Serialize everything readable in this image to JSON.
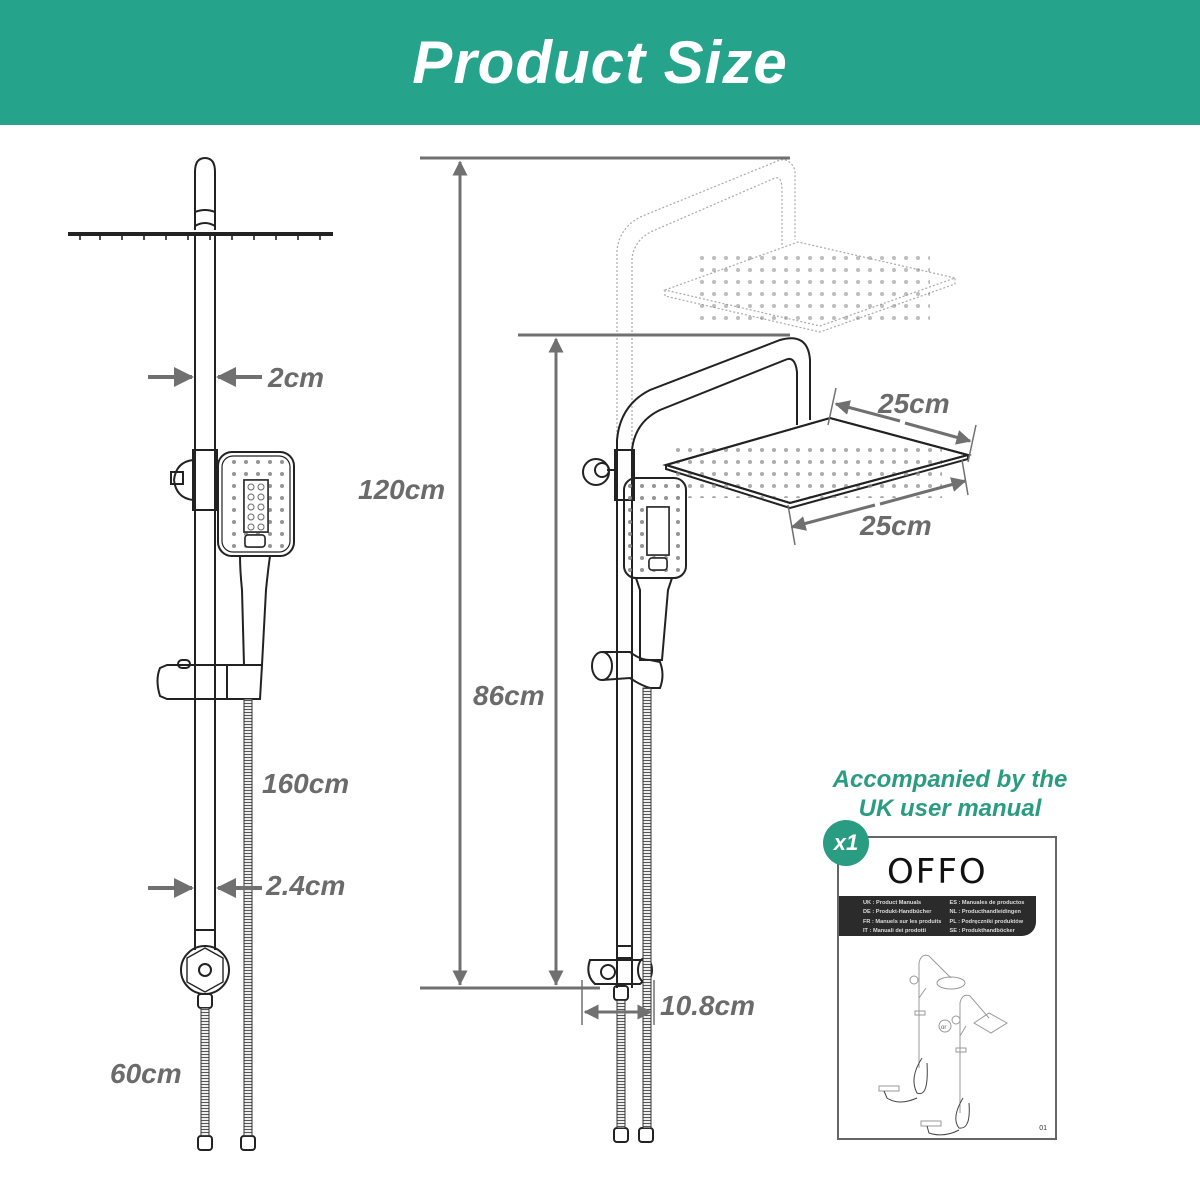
{
  "header": {
    "title": "Product Size",
    "background_color": "#25a48b"
  },
  "left_diagram": {
    "dimensions": {
      "rail_top_width": "2cm",
      "hose_length": "160cm",
      "rail_bottom_width": "2.4cm",
      "inlet_hose_length": "60cm"
    }
  },
  "middle_diagram": {
    "dimensions": {
      "max_height": "120cm",
      "min_height": "86cm",
      "head_depth": "25cm",
      "head_width": "25cm",
      "inlet_spacing": "10.8cm"
    }
  },
  "manual": {
    "caption_line1": "Accompanied by the",
    "caption_line2": "UK user manual",
    "quantity_badge": "x1",
    "brand": "OFFO",
    "languages": [
      "UK : Product Manuals",
      "ES : Manuales de productos",
      "DE : Produkt-Handbücher",
      "NL : Producthandleidingen",
      "FR : Manuels sur les produits",
      "PL : Podręczniki produktów",
      "IT : Manuali dei prodotti",
      "SE : Produkthandböcker"
    ],
    "or_label": "or",
    "page_number": "01",
    "accent_color": "#2a9c82"
  },
  "colors": {
    "dimension_text": "#6b6b6b",
    "line": "#222222"
  }
}
